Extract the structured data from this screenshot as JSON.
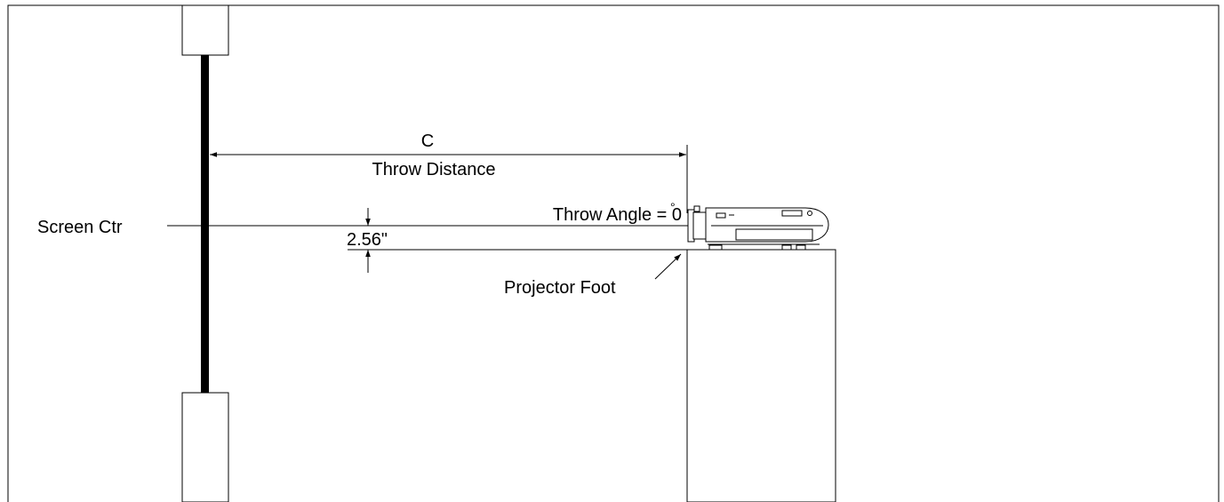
{
  "labels": {
    "dimension_letter": "C",
    "throw_distance": "Throw Distance",
    "throw_angle": "Throw Angle = 0",
    "degree_symbol": "°",
    "screen_center": "Screen Ctr",
    "offset_dimension": "2.56\"",
    "projector_foot": "Projector Foot"
  },
  "colors": {
    "line": "#000000",
    "background": "#ffffff"
  }
}
